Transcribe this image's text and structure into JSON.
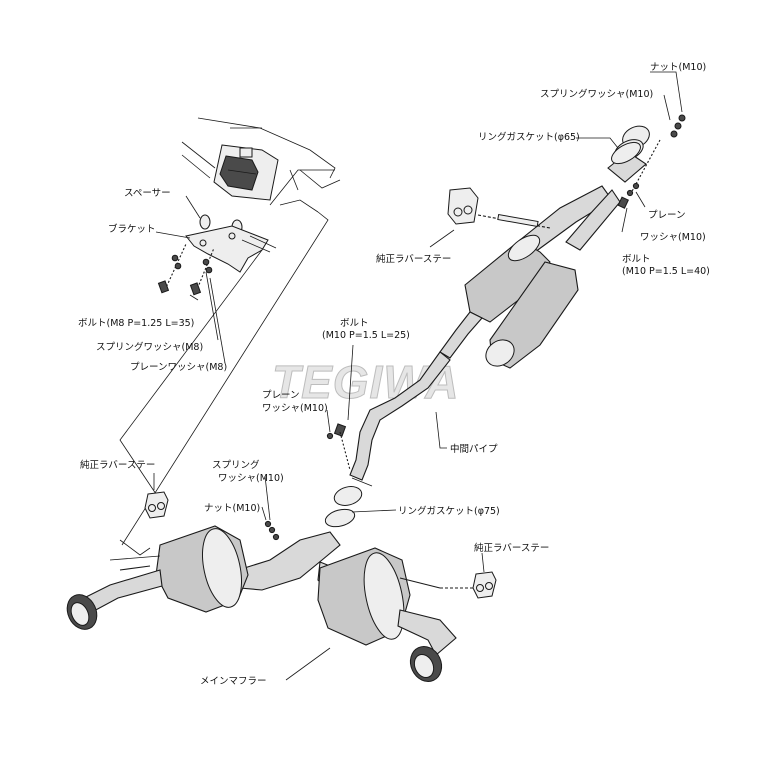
{
  "watermark": "TEGIWA",
  "labels": {
    "nut_top": "ナット(M10)",
    "spring_washer_top": "スプリングワッシャ(M10)",
    "ring_gasket_65": "リングガスケット(φ65)",
    "plain_washer_right_1": "プレーン",
    "plain_washer_right_2": "ワッシャ(M10)",
    "bolt_right_1": "ボルト",
    "bolt_right_2": "(M10 P=1.5 L=40)",
    "rubber_stay_top": "純正ラバーステー",
    "spacer": "スペーサー",
    "bracket": "ブラケット",
    "bolt_m8": "ボルト(M8 P=1.25 L=35)",
    "spring_washer_m8": "スプリングワッシャ(M8)",
    "plain_washer_m8": "プレーンワッシャ(M8)",
    "bolt_mid_1": "ボルト",
    "bolt_mid_2": "(M10 P=1.5 L=25)",
    "plain_washer_mid_1": "プレーン",
    "plain_washer_mid_2": "ワッシャ(M10)",
    "center_pipe": "中間パイプ",
    "rubber_stay_left": "純正ラバーステー",
    "spring_washer_mid_1": "スプリング",
    "spring_washer_mid_2": "ワッシャ(M10)",
    "nut_mid": "ナット(M10)",
    "ring_gasket_75": "リングガスケット(φ75)",
    "rubber_stay_right": "純正ラバーステー",
    "main_muffler": "メインマフラー"
  }
}
